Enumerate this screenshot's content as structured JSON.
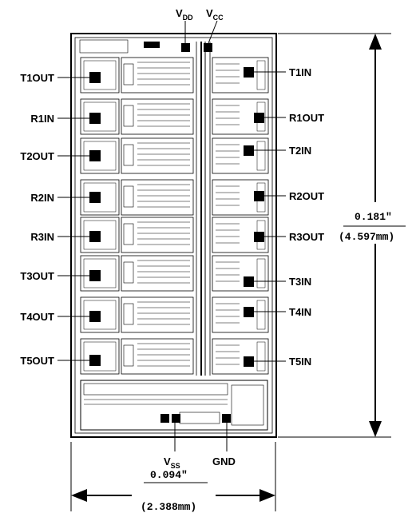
{
  "power_pins": {
    "vdd": {
      "main": "V",
      "sub": "DD"
    },
    "vcc": {
      "main": "V",
      "sub": "CC"
    },
    "vss": {
      "main": "V",
      "sub": "SS"
    },
    "gnd": "GND"
  },
  "left_pins": [
    "T1OUT",
    "R1IN",
    "T2OUT",
    "R2IN",
    "R3IN",
    "T3OUT",
    "T4OUT",
    "T5OUT"
  ],
  "right_pins": [
    "T1IN",
    "R1OUT",
    "T2IN",
    "R2OUT",
    "R3OUT",
    "T3IN",
    "T4IN",
    "T5IN"
  ],
  "dimensions": {
    "height_in": "0.181\"",
    "height_mm": "(4.597mm)",
    "width_in": "0.094\"",
    "width_mm": "(2.388mm)"
  }
}
